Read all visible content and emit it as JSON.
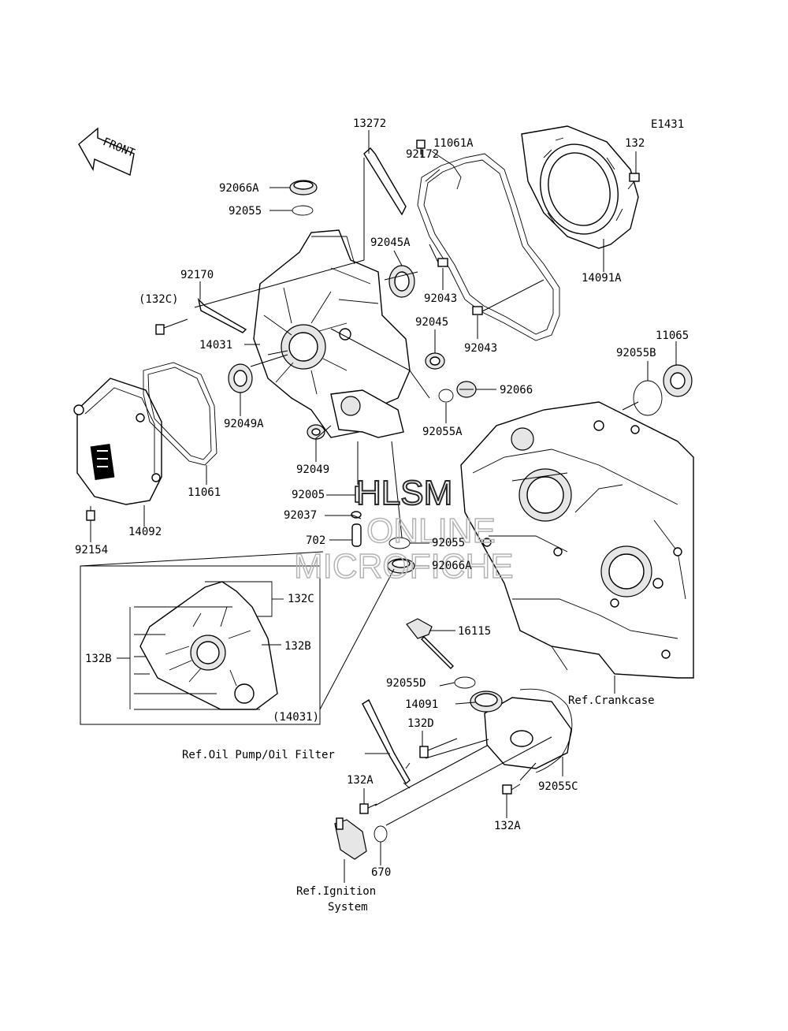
{
  "diagram_code": "E1431",
  "front_arrow": "FRONT",
  "watermark": [
    "HLSM",
    "ONLINE",
    "MICROFICHE"
  ],
  "inset_label": "(14031)",
  "labels": {
    "l13272": "13272",
    "l92172": "92172",
    "l11061A": "11061A",
    "l132": "132",
    "l92066A_top": "92066A",
    "l92055_top": "92055",
    "l92045A": "92045A",
    "l92043_a": "92043",
    "l14091A": "14091A",
    "l92170": "92170",
    "l132C_paren": "(132C)",
    "l14031": "14031",
    "l92045": "92045",
    "l92043_b": "92043",
    "l92055B": "92055B",
    "l11065": "11065",
    "l92066": "92066",
    "l92049A": "92049A",
    "l92055A": "92055A",
    "l92049": "92049",
    "l11061": "11061",
    "l92005": "92005",
    "l92037": "92037",
    "l702": "702",
    "l92055_mid": "92055",
    "l92066A_mid": "92066A",
    "l92154": "92154",
    "l14092": "14092",
    "l132C_inset": "132C",
    "l132B_right": "132B",
    "l132B_left": "132B",
    "l16115": "16115",
    "l92055D": "92055D",
    "l14091": "14091",
    "l132D": "132D",
    "l132A_left": "132A",
    "l132A_right": "132A",
    "l92055C": "92055C",
    "l670": "670",
    "ref_crankcase": "Ref.Crankcase",
    "ref_oil_pump": "Ref.Oil Pump/Oil Filter",
    "ref_ignition_1": "Ref.Ignition",
    "ref_ignition_2": "System"
  }
}
